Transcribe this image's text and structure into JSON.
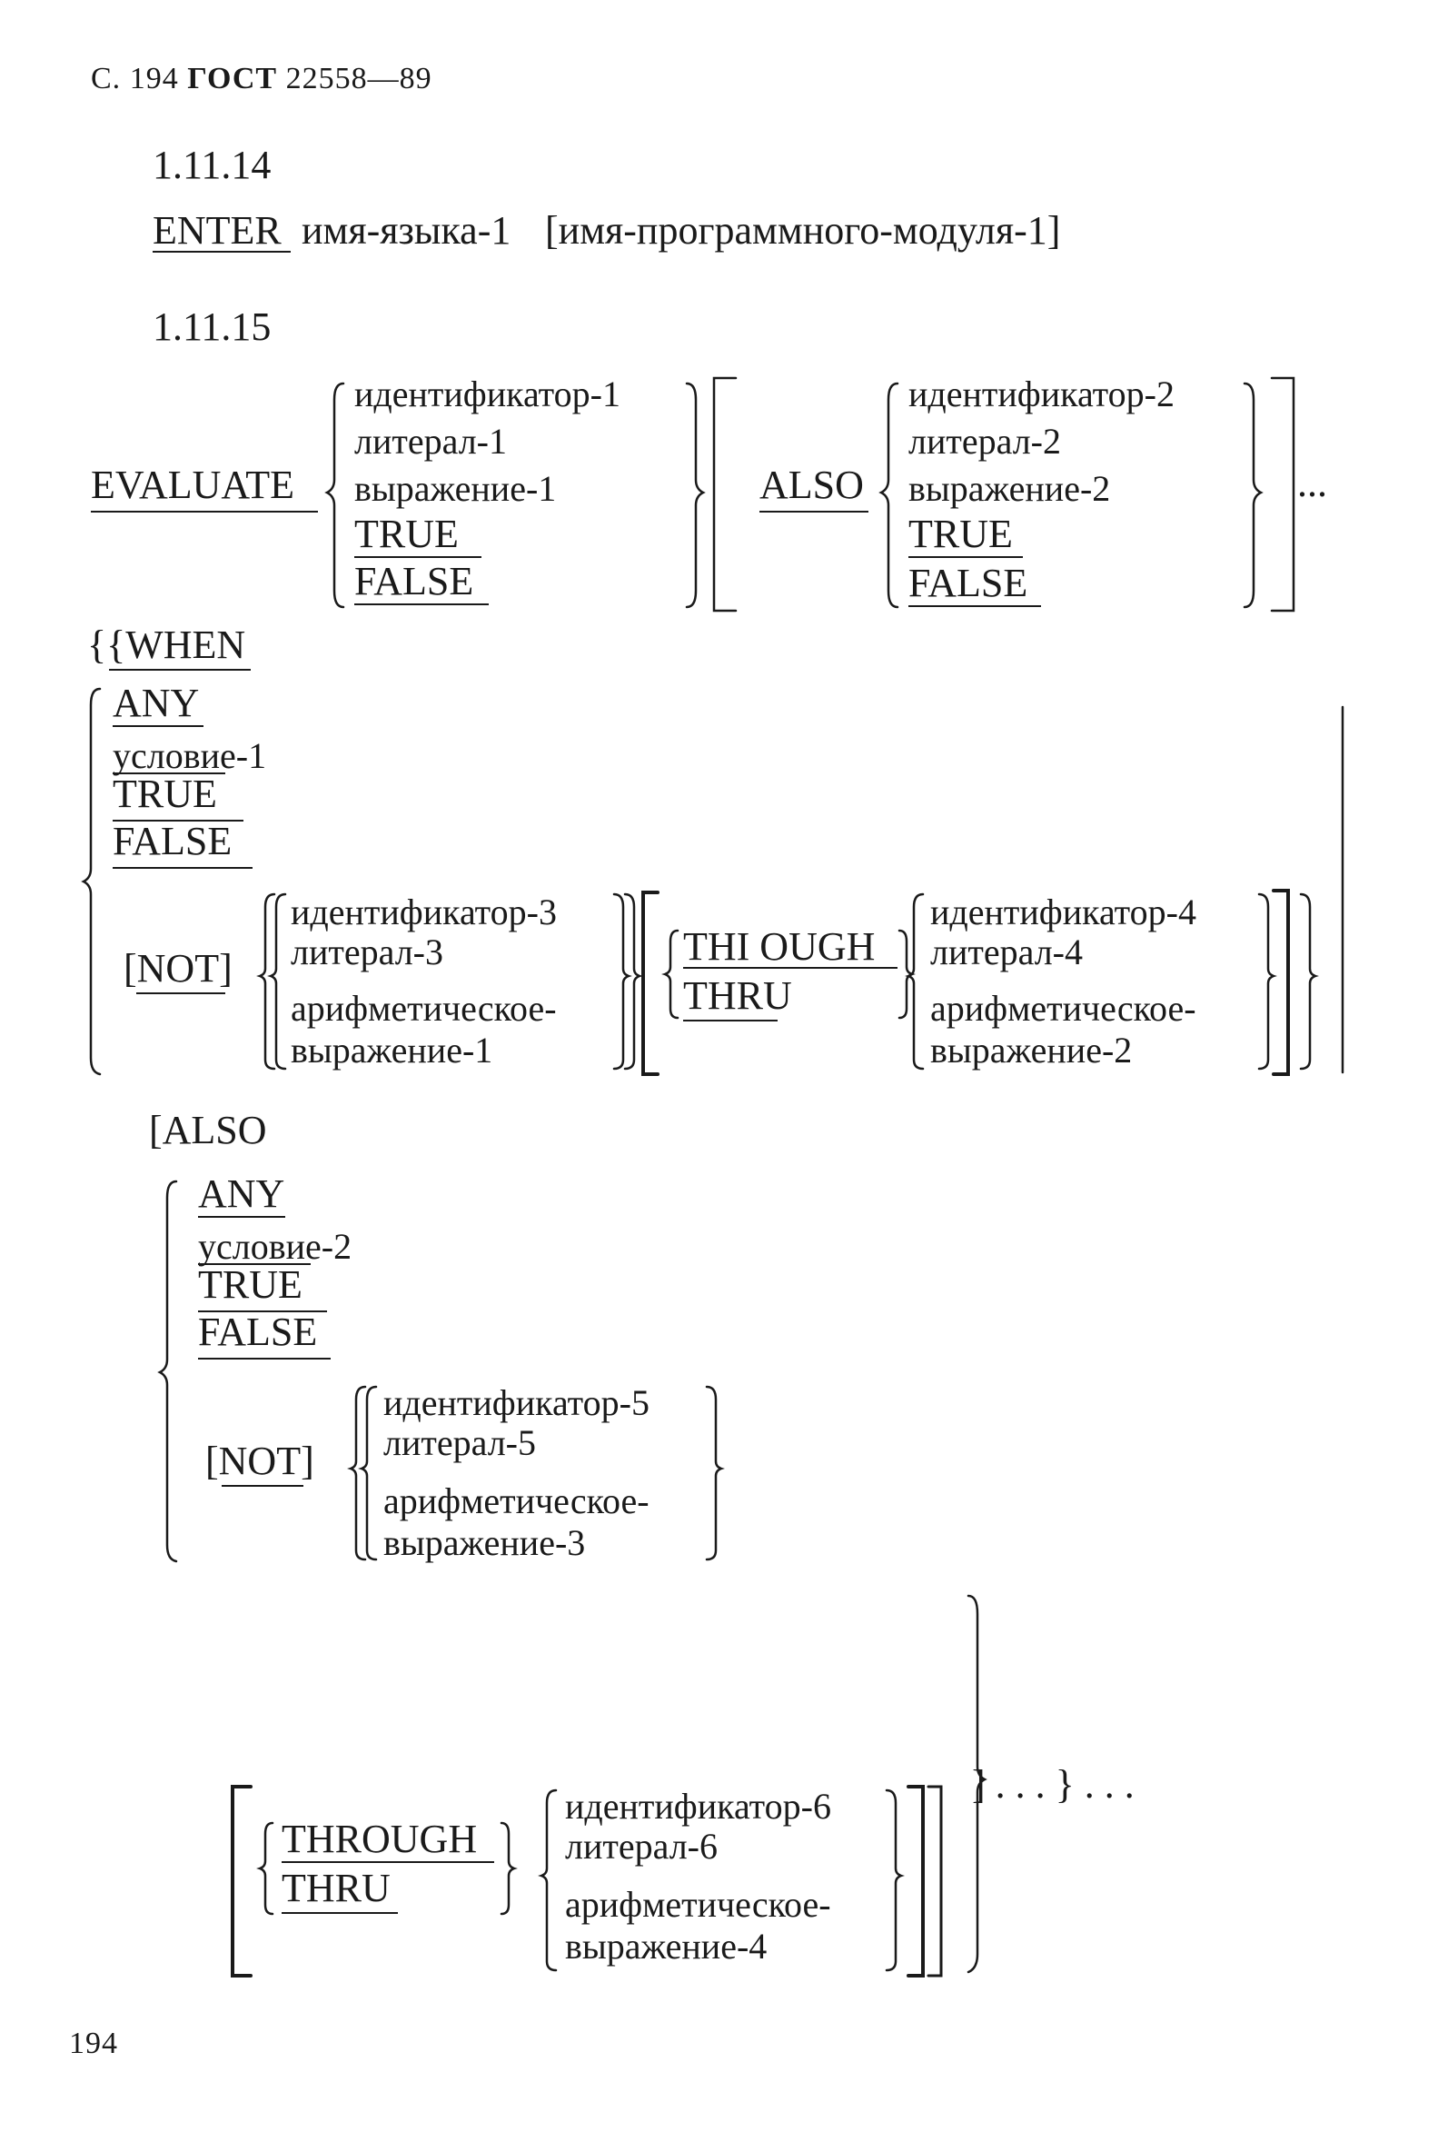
{
  "header": {
    "page_prefix": "С.",
    "page_num": "194",
    "std": "ГОСТ",
    "std_num": "22558—89"
  },
  "footer": {
    "page_num": "194"
  },
  "s14": {
    "num": "1.11.14",
    "kw": "ENTER",
    "arg": "имя-языка-1",
    "opt": "[имя-программного-модуля-1]"
  },
  "s15": {
    "num": "1.11.15",
    "kw_evaluate": "EVALUATE",
    "ev_opts": [
      "идентификатор-1",
      "литерал-1",
      "выражение-1",
      "TRUE",
      "FALSE"
    ],
    "kw_also": "ALSO",
    "also_opts": [
      "идентификатор-2",
      "литерал-2",
      "выражение-2",
      "TRUE",
      "FALSE"
    ],
    "ellipsis": "...",
    "when": "{{WHEN",
    "w_opts": [
      "ANY",
      "условие-1",
      "TRUE",
      "FALSE"
    ],
    "not1": "[NOT]",
    "w_vals": [
      "идентификатор-3",
      "литерал-3",
      "арифметическое-",
      "выражение-1"
    ],
    "through1": "THI OUGH",
    "thru1": "THRU",
    "w_vals2": [
      "идентификатор-4",
      "литерал-4",
      "арифметическое-",
      "выражение-2"
    ],
    "also2": "[ALSO",
    "a_opts": [
      "ANY",
      "условие-2",
      "TRUE",
      "FALSE"
    ],
    "not2": "[NOT]",
    "a_vals": [
      "идентификатор-5",
      "литерал-5",
      "арифметическое-",
      "выражение-3"
    ],
    "through2": "THROUGH",
    "thru2": "THRU",
    "a_vals2": [
      "идентификатор-6",
      "литерал-6",
      "арифметическое-",
      "выражение-4"
    ],
    "tail": "] . . . } . . ."
  }
}
